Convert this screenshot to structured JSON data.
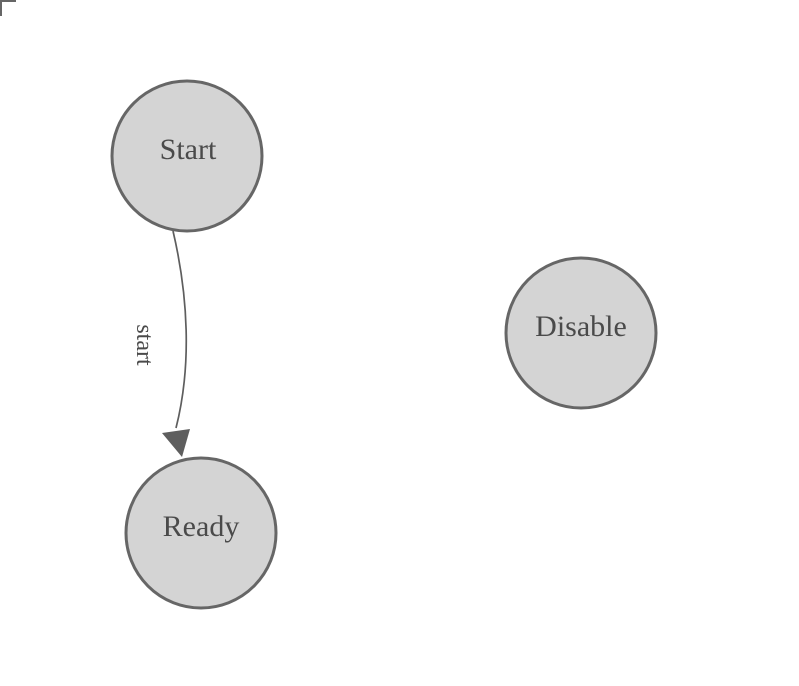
{
  "canvas": {
    "background": "#ffffff",
    "corner_color": "#666666"
  },
  "colors": {
    "node_fill": "#d4d4d4",
    "node_border": "#666666",
    "node_text": "#4a4a4a",
    "edge": "#5e5e5e",
    "edge_label": "#4a4a4a"
  },
  "diagram": {
    "type": "state-machine",
    "nodes": [
      {
        "id": "start",
        "label": "Start"
      },
      {
        "id": "ready",
        "label": "Ready"
      },
      {
        "id": "disable",
        "label": "Disable"
      }
    ],
    "edges": [
      {
        "from": "start",
        "to": "ready",
        "label": "start"
      }
    ]
  }
}
